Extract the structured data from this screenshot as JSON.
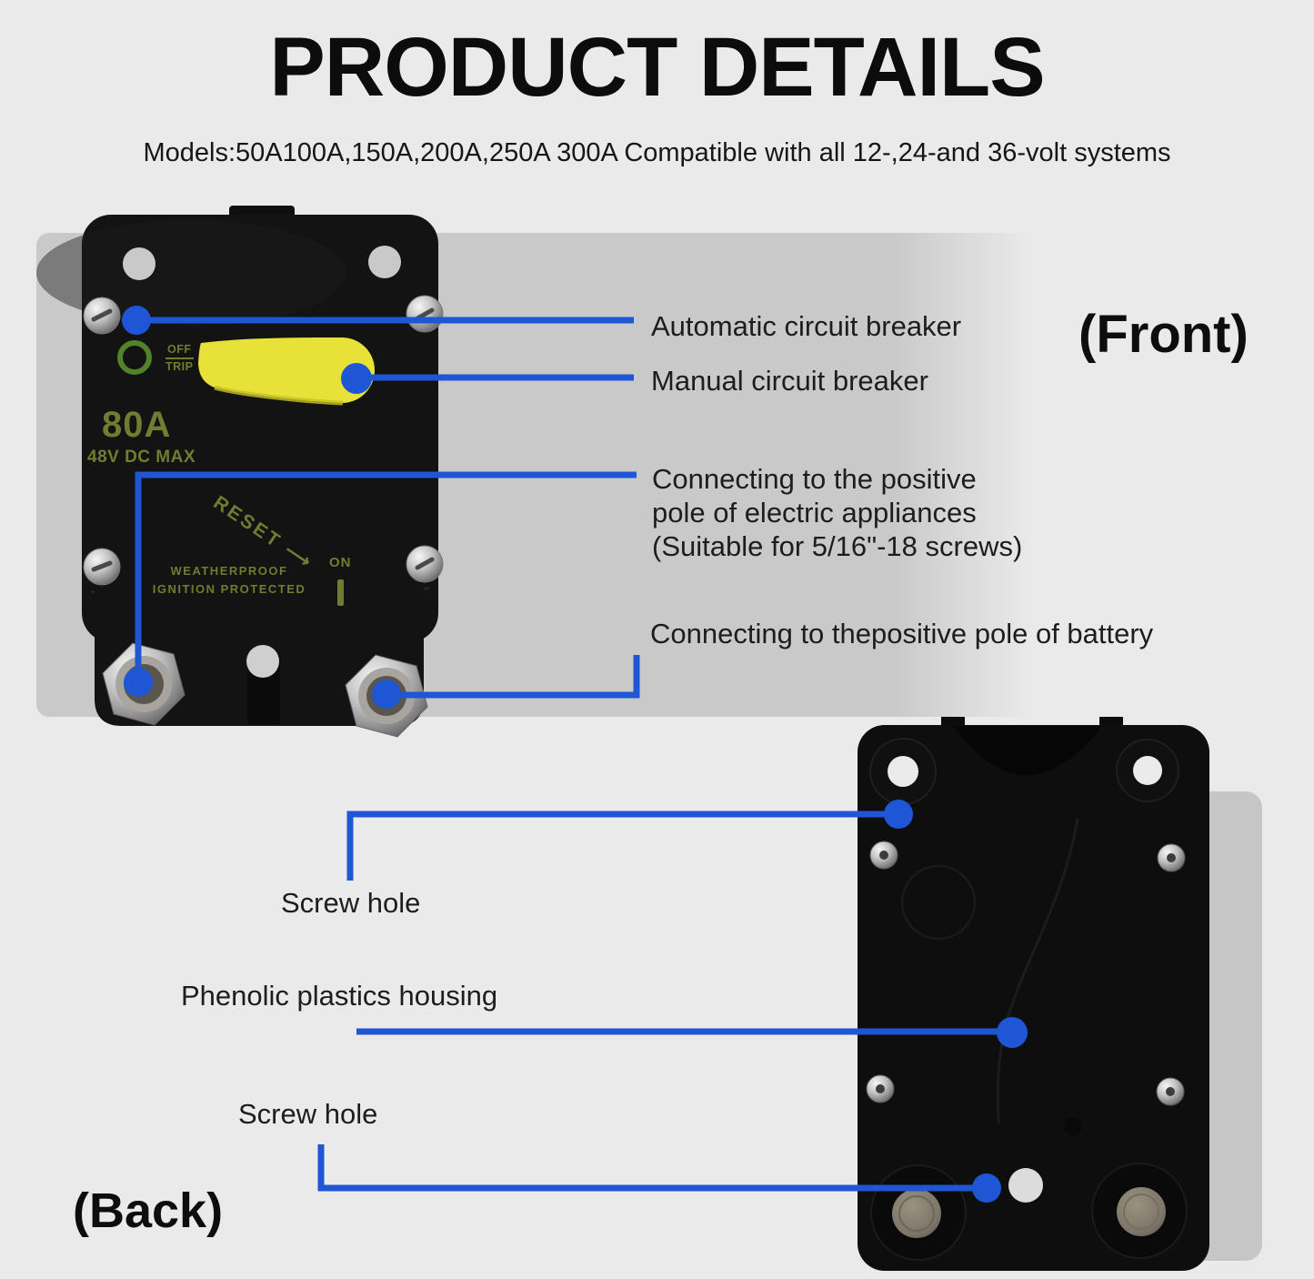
{
  "colors": {
    "page-bg": "#eaeaea",
    "band-front": "#c9c9c9",
    "band-back": "#c6c6c6",
    "blue": "#1e56d6",
    "olive": "#6f7d31",
    "ring-green": "#52822a",
    "lever-yellow": "#e7e138",
    "ink": "#1c1c1c"
  },
  "header": {
    "title": "PRODUCT DETAILS",
    "subtitle": "Models:50A100A,150A,200A,250A 300A Compatible with all 12-,24-and 36-volt systems"
  },
  "front_view": {
    "tag": "(Front)",
    "device": {
      "amp_rating": "80A",
      "voltage": "48V DC MAX",
      "off": "OFF",
      "trip": "TRIP",
      "reset": "RESET",
      "reset_arrow": "⟶",
      "on": "ON",
      "weatherproof_line1": "WEATHERPROOF",
      "weatherproof_line2": "IGNITION PROTECTED"
    },
    "callouts": [
      {
        "label": "Automatic circuit breaker"
      },
      {
        "label": "Manual circuit breaker"
      },
      {
        "lines": [
          "Connecting to the positive",
          "pole of electric appliances",
          "(Suitable for 5/16\"-18 screws)"
        ]
      },
      {
        "label": "Connecting to thepositive pole of battery"
      }
    ]
  },
  "back_view": {
    "tag": "(Back)",
    "callouts": [
      {
        "label": "Screw hole"
      },
      {
        "label": "Phenolic plastics housing"
      },
      {
        "label": "Screw hole"
      }
    ]
  }
}
